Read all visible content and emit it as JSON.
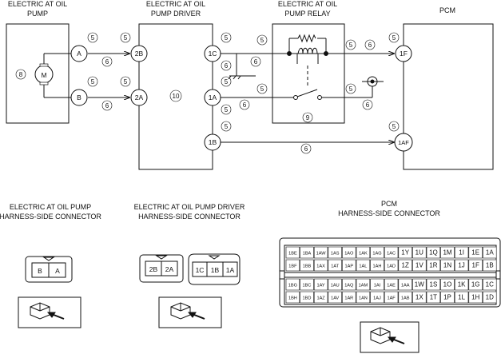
{
  "components": {
    "pump_title": [
      "ELECTRIC AT OIL",
      "PUMP"
    ],
    "driver_title": [
      "ELECTRIC AT OIL",
      "PUMP DRIVER"
    ],
    "relay_title": [
      "ELECTRIC AT OIL",
      "PUMP RELAY"
    ],
    "pcm_title": "PCM",
    "motor_label": "M"
  },
  "terminals": {
    "pump_a": "A",
    "pump_b": "B",
    "drv_2b": "2B",
    "drv_2a": "2A",
    "drv_1c": "1C",
    "drv_1a": "1A",
    "drv_1b": "1B",
    "pcm_1f": "1F",
    "pcm_1af": "1AF"
  },
  "callouts": [
    "5",
    "6",
    "8",
    "9",
    "10"
  ],
  "connectors": {
    "pump_title": [
      "ELECTRIC AT OIL PUMP",
      "HARNESS-SIDE CONNECTOR"
    ],
    "driver_title": [
      "ELECTRIC AT OIL PUMP DRIVER",
      "HARNESS-SIDE CONNECTOR"
    ],
    "pcm_title": [
      "PCM",
      "HARNESS-SIDE CONNECTOR"
    ],
    "pump_pins": [
      "B",
      "A"
    ],
    "driver_pins_left": [
      "2B",
      "2A"
    ],
    "driver_pins_right": [
      "1C",
      "1B",
      "1A"
    ],
    "pcm_row1": [
      "1BE",
      "1BA",
      "1AW",
      "1AS",
      "1AO",
      "1AK",
      "1AG",
      "1AC",
      "1Y",
      "1U",
      "1Q",
      "1M",
      "1I",
      "1E",
      "1A"
    ],
    "pcm_row2": [
      "1BF",
      "1BB",
      "1AX",
      "1AT",
      "1AP",
      "1AL",
      "1AH",
      "1AD",
      "1Z",
      "1V",
      "1R",
      "1N",
      "1J",
      "1F",
      "1B"
    ],
    "pcm_row3": [
      "1BG",
      "1BC",
      "1AY",
      "1AU",
      "1AQ",
      "1AM",
      "1AI",
      "1AE",
      "1AA",
      "1W",
      "1S",
      "1O",
      "1K",
      "1G",
      "1C"
    ],
    "pcm_row4": [
      "1BH",
      "1BD",
      "1AZ",
      "1AV",
      "1AR",
      "1AN",
      "1AJ",
      "1AF",
      "1AB",
      "1X",
      "1T",
      "1P",
      "1L",
      "1H",
      "1D"
    ]
  }
}
